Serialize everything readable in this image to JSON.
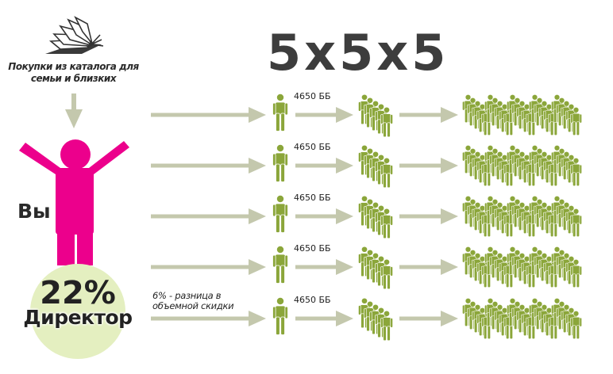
{
  "header": {
    "title": "5x5x5"
  },
  "catalog": {
    "caption_line1": "Покупки из каталога для",
    "caption_line2": "семьи и близких",
    "icon": "open-book-icon"
  },
  "you": {
    "label": "Вы",
    "percent": "22%",
    "rank": "Директор"
  },
  "rows": [
    {
      "points": "4650 ББ"
    },
    {
      "points": "4650 ББ"
    },
    {
      "points": "4650 ББ"
    },
    {
      "points": "4650 ББ"
    },
    {
      "points": "4650 ББ"
    }
  ],
  "note": {
    "line1": "6% - разница в",
    "line2": "объемной скидки"
  },
  "colors": {
    "pink": "#ec008c",
    "green": "#8ba63a",
    "arrow": "#c4c8ad",
    "circle": "#e4efc0"
  }
}
